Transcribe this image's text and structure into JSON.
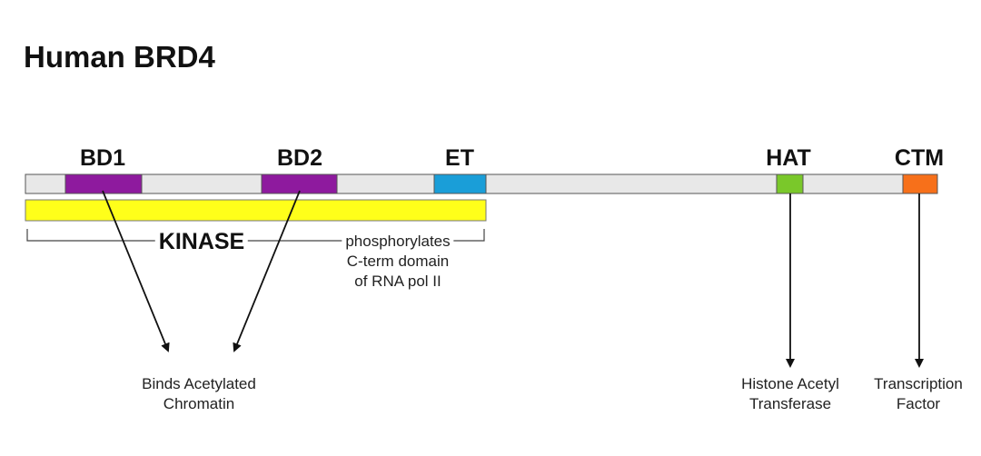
{
  "title": "Human BRD4",
  "domains": {
    "bd1": {
      "label": "BD1",
      "color": "#8e1a9e"
    },
    "bd2": {
      "label": "BD2",
      "color": "#8e1a9e"
    },
    "et": {
      "label": "ET",
      "color": "#1a9ed8"
    },
    "hat": {
      "label": "HAT",
      "color": "#7ac82a"
    },
    "ctm": {
      "label": "CTM",
      "color": "#f7701a"
    }
  },
  "protein_bar_color": "#e8e8e8",
  "kinase": {
    "label": "KINASE",
    "color": "#ffff1a",
    "description": [
      "phosphorylates",
      "C-term domain",
      "of RNA pol II"
    ]
  },
  "functions": {
    "bromodomains": [
      "Binds Acetylated",
      "Chromatin"
    ],
    "hat": [
      "Histone Acetyl",
      "Transferase"
    ],
    "ctm": [
      "Transcription",
      "Factor"
    ]
  }
}
